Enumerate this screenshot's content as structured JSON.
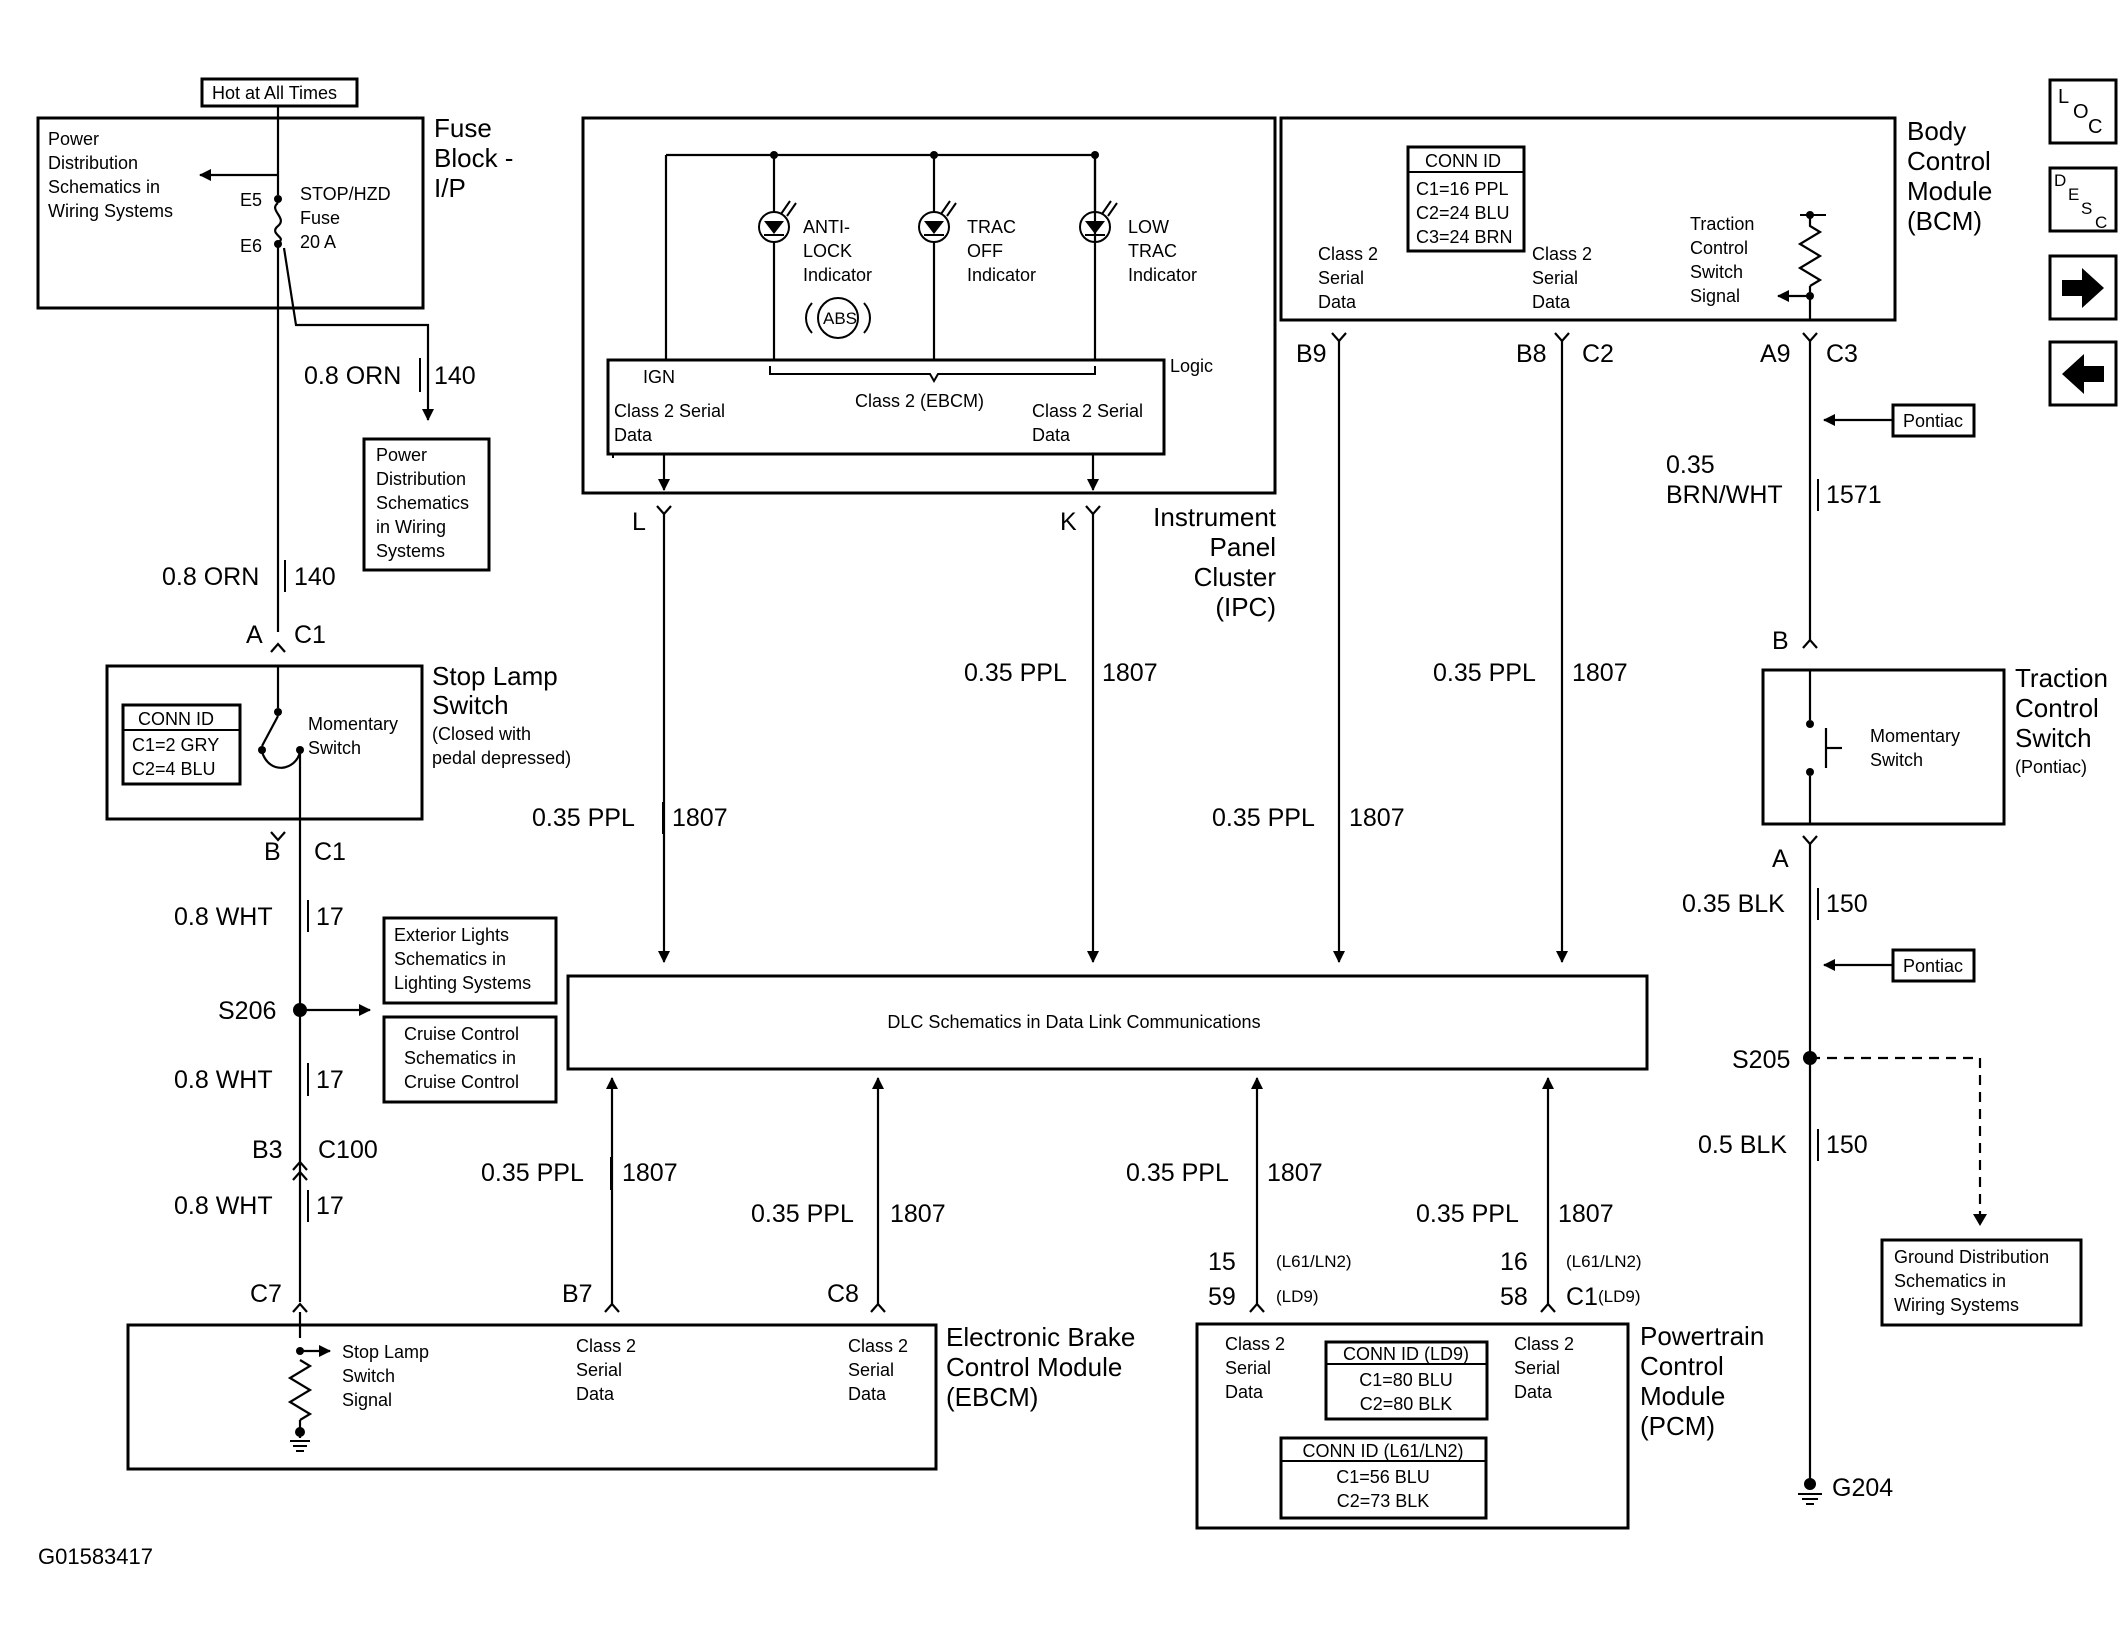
{
  "hot_at_all_times": "Hot at All Times",
  "fuse_block": {
    "title": [
      "Fuse",
      "Block -",
      "I/P"
    ],
    "pds_ref": [
      "Power",
      "Distribution",
      "Schematics in",
      "Wiring Systems"
    ],
    "e5": "E5",
    "e6": "E6",
    "fuse": [
      "STOP/HZD",
      "Fuse",
      "20 A"
    ]
  },
  "pds_box": [
    "Power",
    "Distribution",
    "Schematics",
    "in Wiring",
    "Systems"
  ],
  "stop_lamp_switch": {
    "title": [
      "Stop Lamp",
      "Switch"
    ],
    "note": [
      "(Closed with",
      "pedal depressed)"
    ],
    "conn_id": [
      "CONN ID",
      "C1=2 GRY",
      "C2=4 BLU"
    ],
    "momentary": [
      "Momentary",
      "Switch"
    ],
    "pin_a": "A",
    "c1_top": "C1",
    "pin_b": "B",
    "c1_bot": "C1"
  },
  "wires": {
    "orn_gauge": "0.8 ORN",
    "orn_circuit": "140",
    "wht_gauge": "0.8 WHT",
    "wht_circuit": "17",
    "ppl_gauge": "0.35 PPL",
    "ppl_circuit": "1807",
    "brnwht_gauge": [
      "0.35",
      "BRN/WHT"
    ],
    "brnwht_circuit": "1571",
    "blk_gauge": "0.35 BLK",
    "blk_circuit": "150",
    "blk05_gauge": "0.5 BLK"
  },
  "splices": {
    "s206": "S206",
    "s205": "S205",
    "b3": "B3",
    "c100": "C100",
    "c7": "C7",
    "ground": "G204"
  },
  "ext_lights": [
    "Exterior Lights",
    "Schematics in",
    "Lighting Systems"
  ],
  "cruise": [
    "Cruise Control",
    "Schematics in",
    "Cruise Control"
  ],
  "ipc": {
    "title": [
      "Instrument",
      "Panel",
      "Cluster",
      "(IPC)"
    ],
    "anti_lock": [
      "ANTI-",
      "LOCK",
      "Indicator"
    ],
    "abs": "ABS",
    "trac_off": [
      "TRAC",
      "OFF",
      "Indicator"
    ],
    "low_trac": [
      "LOW",
      "TRAC",
      "Indicator"
    ],
    "ign": "IGN",
    "logic": "Logic",
    "ebcm": "Class 2 (EBCM)",
    "serial_left": [
      "Class 2 Serial",
      "Data"
    ],
    "serial_right": [
      "Class 2 Serial",
      "Data"
    ],
    "pin_l": "L",
    "pin_k": "K"
  },
  "bcm": {
    "title": [
      "Body",
      "Control",
      "Module",
      "(BCM)"
    ],
    "conn_id": [
      "CONN ID",
      "C1=16 PPL",
      "C2=24 BLU",
      "C3=24 BRN"
    ],
    "serial_left": [
      "Class 2",
      "Serial",
      "Data"
    ],
    "serial_right": [
      "Class 2",
      "Serial",
      "Data"
    ],
    "tcs_signal": [
      "Traction",
      "Control",
      "Switch",
      "Signal"
    ],
    "b9": "B9",
    "b8": "B8",
    "c2": "C2",
    "a9": "A9",
    "c3": "C3"
  },
  "pontiac": "Pontiac",
  "tcs": {
    "title": [
      "Traction",
      "Control",
      "Switch"
    ],
    "sub": "(Pontiac)",
    "momentary": [
      "Momentary",
      "Switch"
    ],
    "pin_b": "B",
    "pin_a": "A"
  },
  "dlc": "DLC Schematics in Data Link Communications",
  "ground_dist": [
    "Ground Distribution",
    "Schematics in",
    "Wiring Systems"
  ],
  "ebcm": {
    "title": [
      "Electronic Brake",
      "Control Module",
      "(EBCM)"
    ],
    "stop_signal": [
      "Stop Lamp",
      "Switch",
      "Signal"
    ],
    "serial1": [
      "Class 2",
      "Serial",
      "Data"
    ],
    "serial2": [
      "Class 2",
      "Serial",
      "Data"
    ],
    "b7": "B7",
    "c8": "C8"
  },
  "pcm": {
    "title": [
      "Powertrain",
      "Control",
      "Module",
      "(PCM)"
    ],
    "serial_left": [
      "Class 2",
      "Serial",
      "Data"
    ],
    "serial_right": [
      "Class 2",
      "Serial",
      "Data"
    ],
    "conn_ld9": [
      "CONN ID (LD9)",
      "C1=80 BLU",
      "C2=80 BLK"
    ],
    "conn_l61": [
      "CONN ID (L61/LN2)",
      "C1=56 BLU",
      "C2=73 BLK"
    ],
    "pin15": "15",
    "pin59": "59",
    "pin16": "16",
    "pin58": "58",
    "l61": "(L61/LN2)",
    "ld9": "(LD9)",
    "c1": "C1"
  },
  "nav": {
    "loc": [
      "L",
      "O",
      "C"
    ],
    "desc": [
      "D",
      "E",
      "S",
      "C"
    ]
  },
  "figure_id": "G01583417"
}
